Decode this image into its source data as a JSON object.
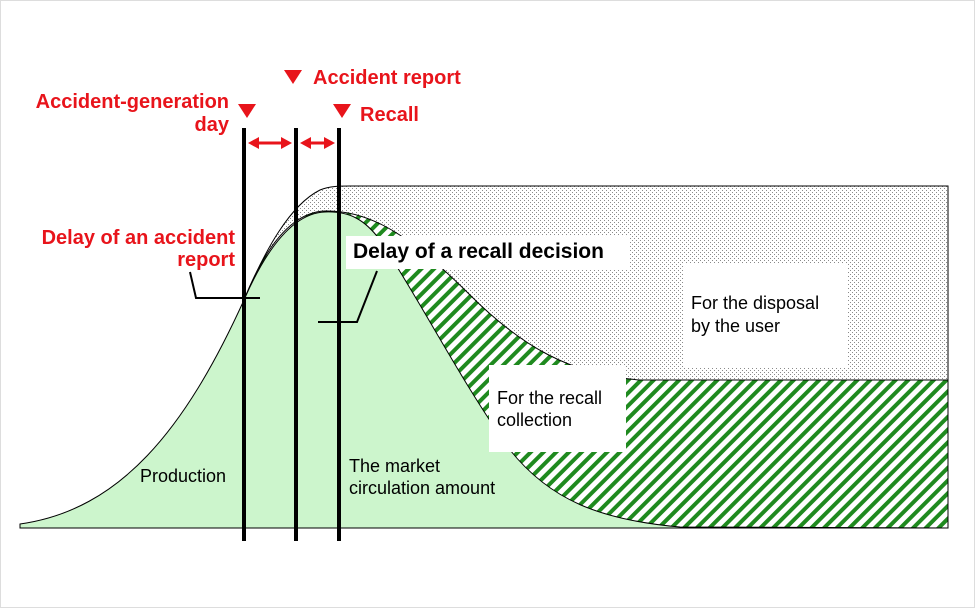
{
  "events": {
    "accident_day": "Accident-generation day",
    "accident_day_line1": "Accident-generation",
    "accident_day_line2": "day",
    "accident_report": "Accident report",
    "recall": "Recall"
  },
  "delays": {
    "accident_report_delay_line1": "Delay of an accident",
    "accident_report_delay_line2": "report",
    "recall_decision_delay": "Delay of a recall decision"
  },
  "areas": {
    "disposal_by_user_line1": "For the disposal",
    "disposal_by_user_line2": "by the user",
    "recall_collection_line1": "For the recall",
    "recall_collection_line2": "collection",
    "production": "Production",
    "market_amount_line1": "The market",
    "market_amount_line2": "circulation amount"
  },
  "colors": {
    "event_red": "#e8141b",
    "production_fill": "#ccf5cc",
    "recall_hatch": "#1f8a1f",
    "disposal_dots": "#8a8a8a",
    "frame_border": "#dddddd"
  }
}
